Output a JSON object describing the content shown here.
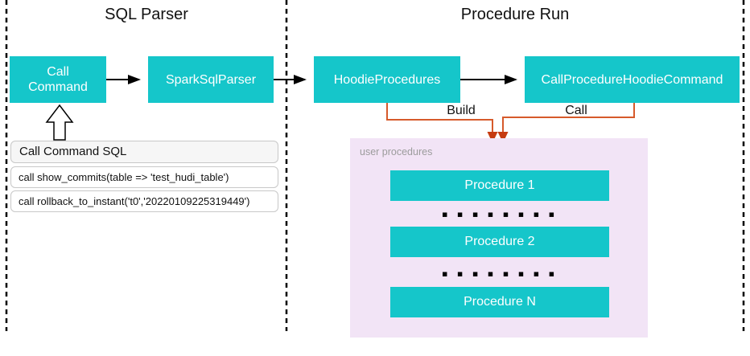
{
  "sections": {
    "left": {
      "title": "SQL Parser"
    },
    "right": {
      "title": "Procedure Run"
    }
  },
  "nodes": {
    "call_command": "Call Command",
    "spark_sql_parser": "SparkSqlParser",
    "hoodie_procedures": "HoodieProcedures",
    "call_procedure_hoodie_command": "CallProcedureHoodieCommand"
  },
  "edge_labels": {
    "build": "Build",
    "call": "Call"
  },
  "sql_panel": {
    "header": "Call Command SQL",
    "rows": [
      "call show_commits(table => 'test_hudi_table')",
      "call rollback_to_instant('t0','20220109225319449')"
    ]
  },
  "user_procedures": {
    "label": "user procedures",
    "dots": "▪ ▪ ▪ ▪ ▪ ▪ ▪ ▪",
    "items": [
      "Procedure 1",
      "Procedure 2",
      "Procedure N"
    ]
  },
  "colors": {
    "node_fill": "#15C6CA",
    "node_text": "#FFFFFF",
    "container_fill": "#F2E4F6",
    "container_label": "#9C9C9C",
    "connector_orange": "#D65A2B",
    "arrowhead_red": "#C63B10",
    "arrow_black": "#000000",
    "panel_header_bg": "#F6F6F6",
    "panel_border": "#C8C8C8"
  }
}
